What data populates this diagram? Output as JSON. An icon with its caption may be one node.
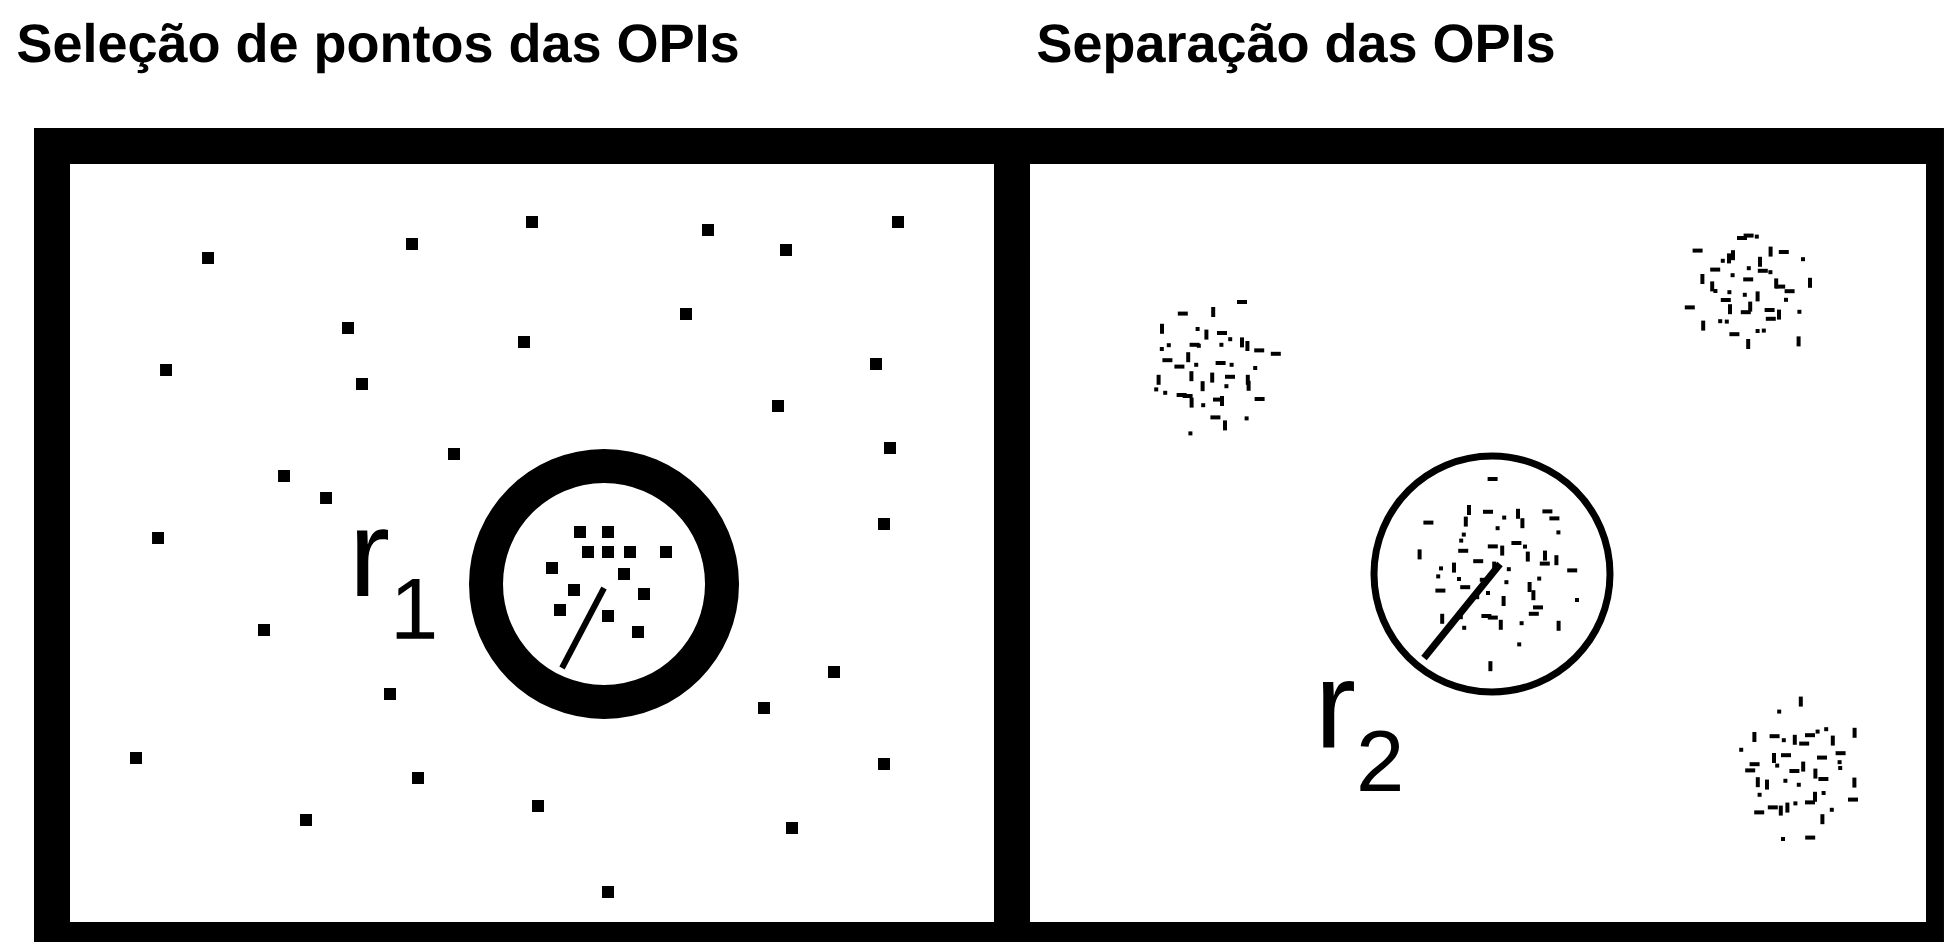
{
  "diagram": {
    "nodes": [
      {
        "text": [
          "Seleção de pontos das OPIs"
        ]
      },
      {
        "text": [
          "Separação das OPIs"
        ]
      }
    ],
    "labels": [
      "r$_{1}$",
      "r$_{2}$"
    ]
  }
}
